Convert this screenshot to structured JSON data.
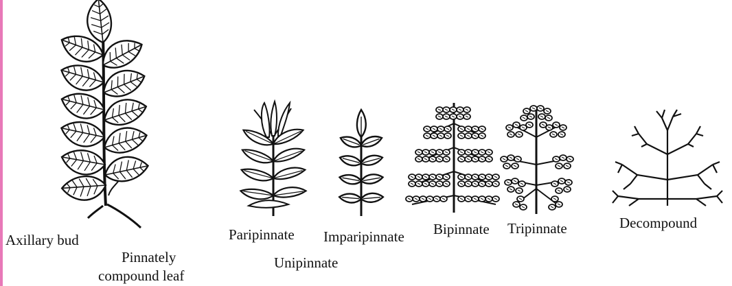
{
  "labels": {
    "axillary_bud": "Axillary bud",
    "pinnately_line1": "Pinnately",
    "pinnately_line2": "compound leaf",
    "paripinnate": "Paripinnate",
    "imparipinnate": "Imparipinnate",
    "unipinnate": "Unipinnate",
    "bipinnate": "Bipinnate",
    "tripinnate": "Tripinnate",
    "decompound": "Decompound"
  },
  "colors": {
    "ink": "#111111",
    "accent_bar": "#e879b8",
    "background": "#ffffff"
  }
}
